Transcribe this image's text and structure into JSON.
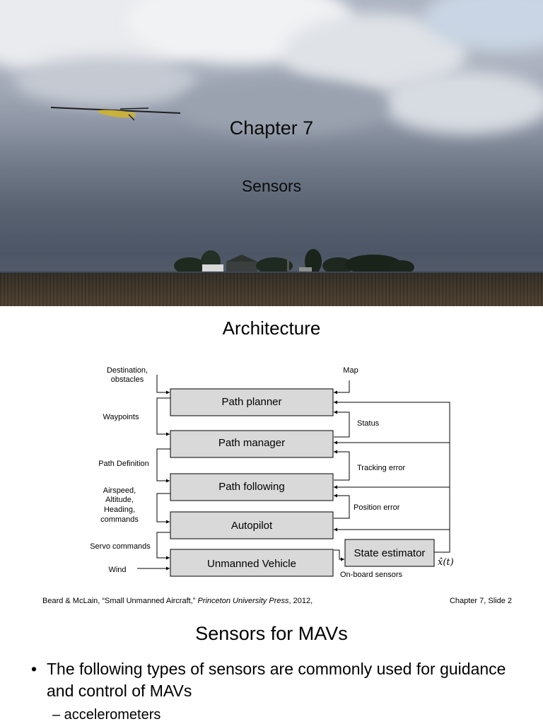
{
  "slide1": {
    "title": "Chapter 7",
    "subtitle": "Sensors"
  },
  "slide2": {
    "title": "Architecture",
    "diagram": {
      "boxes": {
        "path_planner": "Path planner",
        "path_manager": "Path manager",
        "path_following": "Path following",
        "autopilot": "Autopilot",
        "unmanned_vehicle": "Unmanned Vehicle",
        "state_estimator": "State estimator"
      },
      "left_labels": {
        "destination_1": "Destination,",
        "destination_2": "obstacles",
        "waypoints": "Waypoints",
        "path_definition": "Path Definition",
        "airspeed_1": "Airspeed,",
        "airspeed_2": "Altitude,",
        "airspeed_3": "Heading,",
        "airspeed_4": "commands",
        "servo": "Servo commands",
        "wind": "Wind"
      },
      "right_labels": {
        "map": "Map",
        "status": "Status",
        "tracking_error": "Tracking error",
        "position_error": "Position error",
        "onboard_sensors": "On-board sensors",
        "state_estimate": "x̂(t)"
      }
    },
    "footer_left_plain": "Beard & McLain, “Small Unmanned Aircraft,”",
    "footer_left_italic": "Princeton University Press",
    "footer_left_year": ", 2012,",
    "footer_right": "Chapter 7, Slide 2"
  },
  "slide3": {
    "title": "Sensors for MAVs",
    "bullet_marker": "•",
    "bullet": "The following types of sensors are commonly used for guidance and control of MAVs",
    "sub_bullet": "– accelerometers"
  }
}
